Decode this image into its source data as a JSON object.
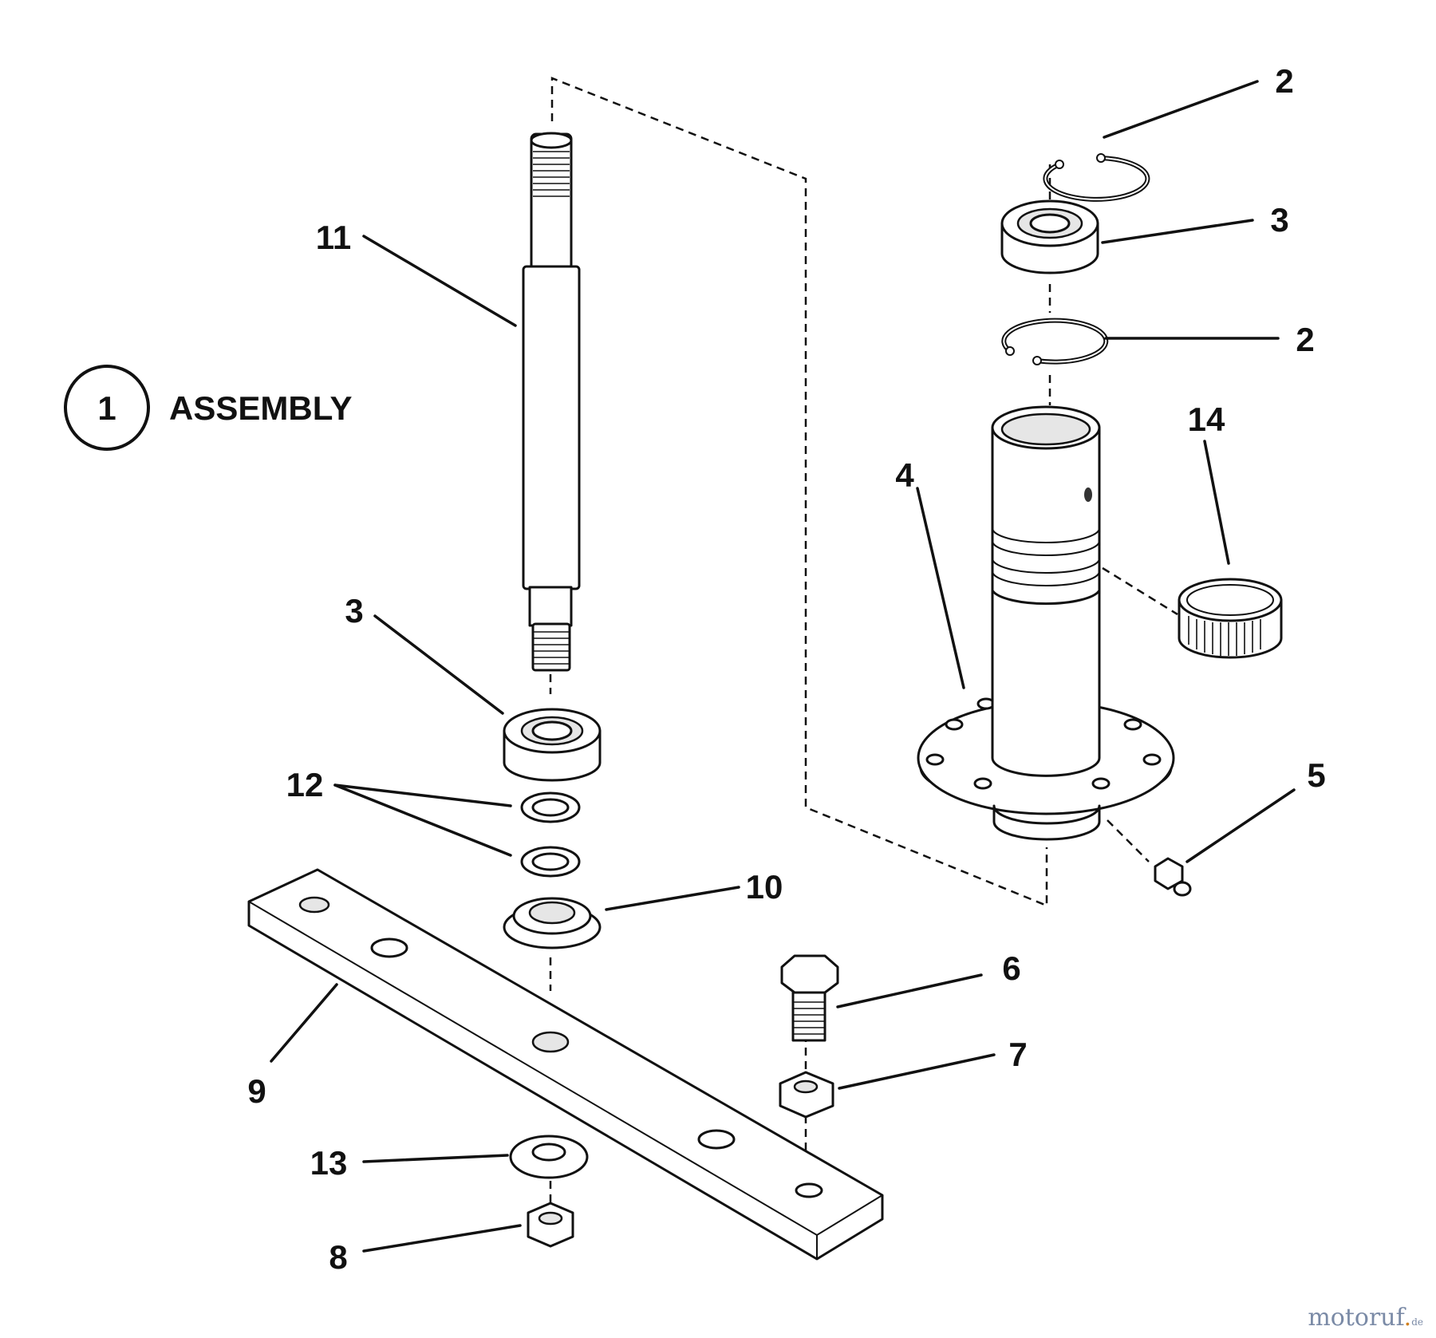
{
  "assembly": {
    "number": "1",
    "text": "ASSEMBLY"
  },
  "callouts": {
    "c2a": "2",
    "c3a": "3",
    "c2b": "2",
    "c14": "14",
    "c4": "4",
    "c5": "5",
    "c11": "11",
    "c3b": "3",
    "c12": "12",
    "c10": "10",
    "c6": "6",
    "c7": "7",
    "c9": "9",
    "c13": "13",
    "c8": "8"
  },
  "watermark": {
    "brand_main": "motoruf",
    "brand_dot": ".",
    "brand_suffix": "de"
  }
}
